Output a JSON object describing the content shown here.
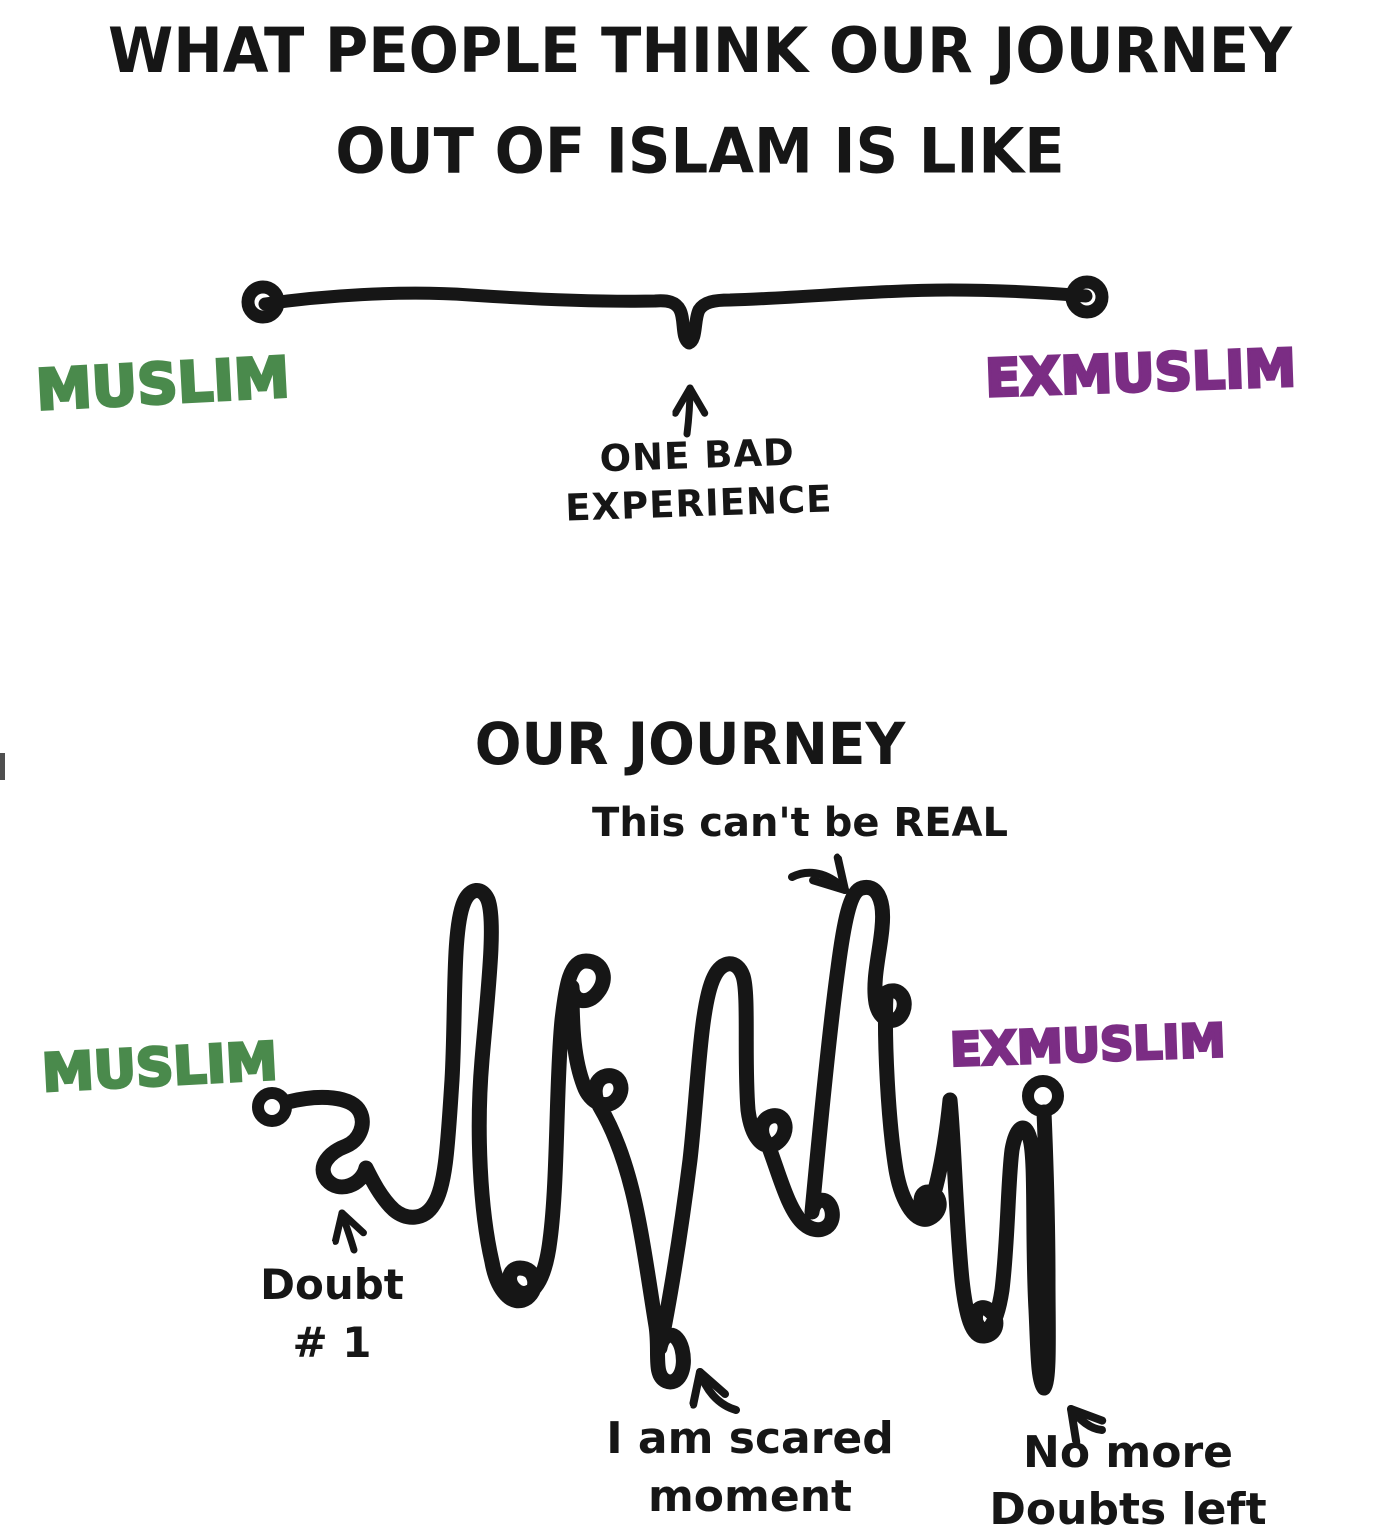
{
  "colors": {
    "ink": "#161616",
    "green": "#4a8a4c",
    "purple": "#7b2d84",
    "green_dot": "#4e8b4e",
    "purple_dot": "#7d3386",
    "artifact": "#4f4f4f"
  },
  "top_diagram": {
    "title_line1": "WHAT PEOPLE THINK OUR JOURNEY",
    "title_line2": "OUT OF ISLAM IS LIKE",
    "start_label": "MUSLIM",
    "end_label": "EXMUSLIM",
    "annotation_line1": "ONE BAD",
    "annotation_line2": "EXPERIENCE"
  },
  "bottom_diagram": {
    "title": "OUR JOURNEY",
    "start_label": "MUSLIM",
    "end_label": "EXMUSLIM",
    "note_top": "This can't be REAL",
    "note_doubt_line1": "Doubt",
    "note_doubt_line2": "# 1",
    "note_scared_line1": "I am scared",
    "note_scared_line2": "moment",
    "note_nodoubts_line1": "No more",
    "note_nodoubts_line2": "Doubts left"
  }
}
